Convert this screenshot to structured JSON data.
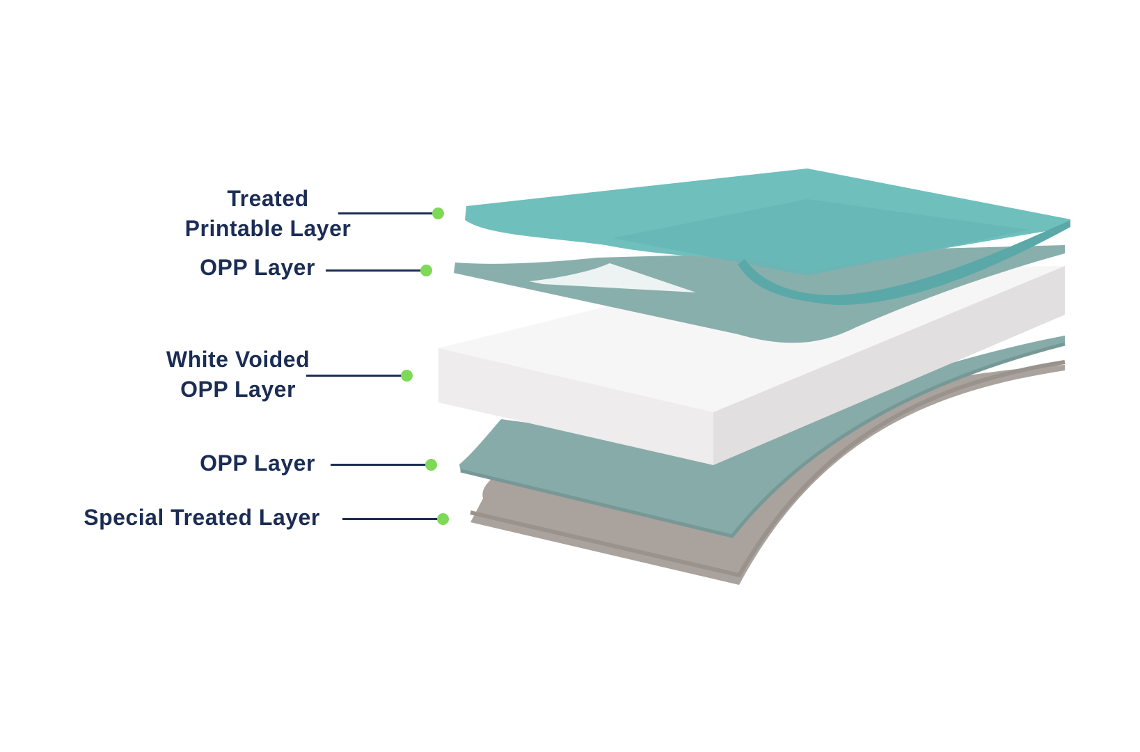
{
  "layers": [
    {
      "id": "treated-printable",
      "label_lines": [
        "Treated",
        "Printable Layer"
      ],
      "color": "#6fbfbd"
    },
    {
      "id": "opp-top",
      "label_lines": [
        "OPP Layer"
      ],
      "color": "#7fa8a6"
    },
    {
      "id": "white-voided",
      "label_lines": [
        "White Voided",
        "OPP Layer"
      ],
      "color": "#f4f3f4"
    },
    {
      "id": "opp-bottom",
      "label_lines": [
        "OPP Layer"
      ],
      "color": "#87aba8"
    },
    {
      "id": "special-treated",
      "label_lines": [
        "Special Treated Layer"
      ],
      "color": "#aaa29d"
    }
  ],
  "colors": {
    "label_text": "#1b2d55",
    "leader_line": "#1b2d55",
    "marker_dot": "#7ed957"
  }
}
